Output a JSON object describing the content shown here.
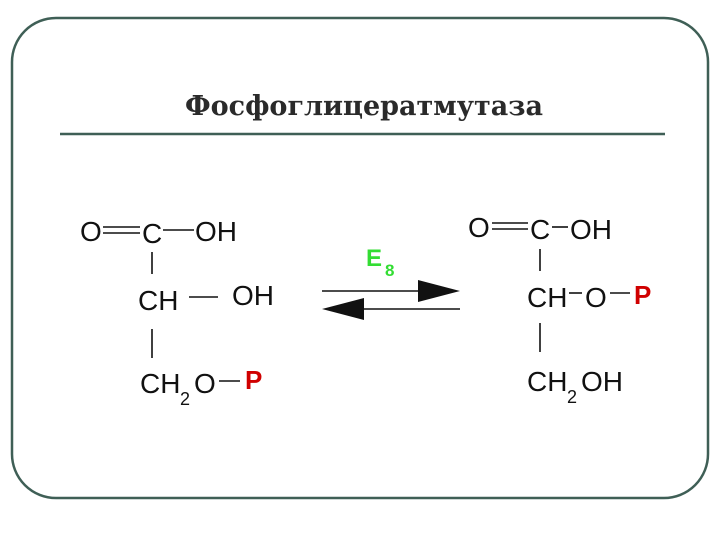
{
  "title": "Фосфоглицератмутаза",
  "colors": {
    "frame": "#3f5f56",
    "rule": "#3f5f56",
    "phosphate": "#d00000",
    "enzyme": "#33dd33",
    "text": "#111111"
  },
  "enzyme": {
    "letter": "E",
    "subscript": "8"
  },
  "reactant": {
    "atom_o": "O",
    "atom_c": "C",
    "oh_top": "OH",
    "ch": "CH",
    "oh_mid": "OH",
    "ch2_c": "CH",
    "ch2_sub": "2",
    "ch2_o": "O",
    "phosphate": "P"
  },
  "product": {
    "atom_o": "O",
    "atom_c": "C",
    "oh_top": "OH",
    "ch": "CH",
    "o_mid": "O",
    "phosphate": "P",
    "ch2_c": "CH",
    "ch2_sub": "2",
    "ch2_oh": "OH"
  }
}
